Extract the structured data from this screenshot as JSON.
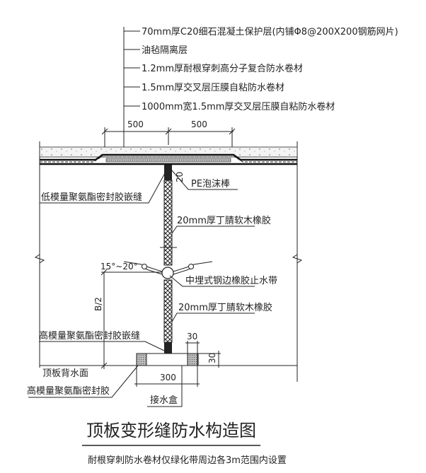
{
  "layers": [
    "70mm厚C20细石混凝土保护层(内铺Φ8@200X200钢筋网片)",
    "油毡隔离层",
    "1.2mm厚耐根穿刺高分子复合防水卷材",
    "1.5mm厚交叉层压膜自粘防水卷材",
    "1000mm宽1.5mm厚交叉层压膜自粘防水卷材"
  ],
  "dimensions": {
    "left_width": "500",
    "right_width": "500",
    "foam_depth": "20",
    "waterbox_gap": "30",
    "waterbox_height": "30",
    "waterbox_width": "300",
    "half_b": "B/2",
    "angle": "15°~20°"
  },
  "callouts": {
    "pe_rod": "PE泡沫棒",
    "low_modulus_sealant": "低模量聚氨酯密封胶嵌缝",
    "cork_rubber_top": "20mm厚丁腈软木橡胶",
    "waterstop": "中埋式钢边橡胶止水带",
    "cork_rubber_bottom": "20mm厚丁腈软木橡胶",
    "high_modulus_sealant_joint": "高模量聚氨酯密封胶嵌缝",
    "slab_underside": "顶板背水面",
    "high_modulus_sealant": "高模量聚氨酯密封胶",
    "water_box": "接水盒"
  },
  "title": "顶板变形缝防水构造图",
  "note": "耐根穿刺防水卷材仅绿化带周边各3m范围内设置"
}
